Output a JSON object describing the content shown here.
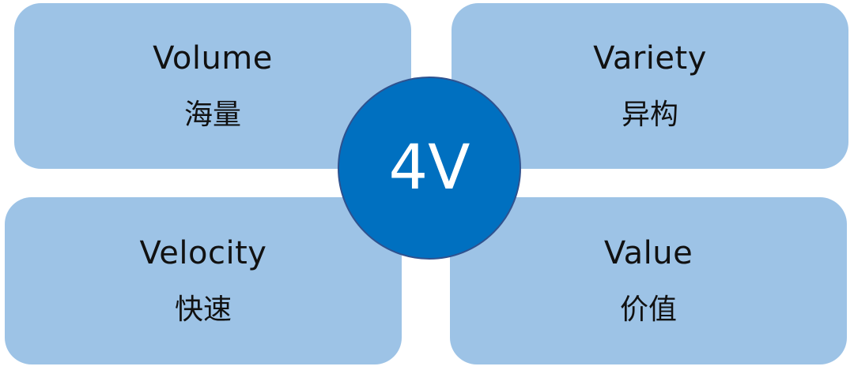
{
  "hub": {
    "label": "4V",
    "color": "#0070c0"
  },
  "cards": {
    "top_left": {
      "en": "Volume",
      "zh": "海量"
    },
    "top_right": {
      "en": "Variety",
      "zh": "异构"
    },
    "bottom_left": {
      "en": "Velocity",
      "zh": "快速"
    },
    "bottom_right": {
      "en": "Value",
      "zh": "价值"
    }
  },
  "colors": {
    "card_fill": "#9dc3e6",
    "hub_fill": "#0070c0",
    "hub_text": "#ffffff"
  }
}
